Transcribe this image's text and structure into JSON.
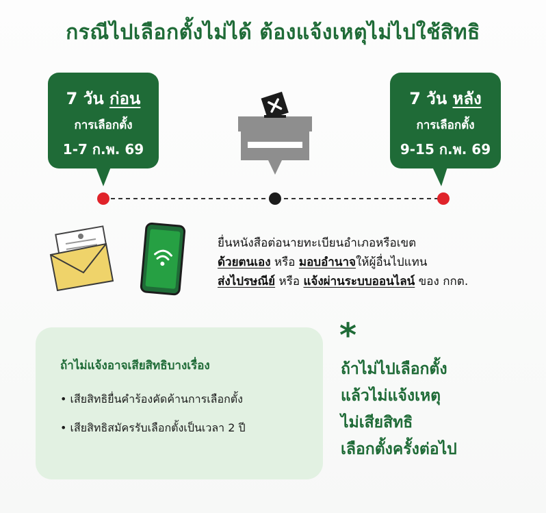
{
  "title": "กรณีไปเลือกตั้งไม่ได้ ต้องแจ้งเหตุไม่ไปใช้สิทธิ",
  "before": {
    "days": "7 วัน",
    "word": "ก่อน",
    "label": "การเลือกตั้ง",
    "dates": "1-7 ก.พ. 69"
  },
  "after": {
    "days": "7 วัน",
    "word": "หลัง",
    "label": "การเลือกตั้ง",
    "dates": "9-15 ก.พ. 69"
  },
  "description": {
    "line1": "ยื่นหนังสือต่อนายทะเบียนอำเภอหรือเขต",
    "opt_self": "ด้วยตนเอง",
    "or1": " หรือ ",
    "opt_proxy": "มอบอำนาจ",
    "proxy_rest": "ให้ผู้อื่นไปแทน",
    "opt_post": "ส่งไปรษณีย์",
    "or2": " หรือ ",
    "opt_online": "แจ้งผ่านระบบออนไลน์",
    "online_rest": " ของ กกต."
  },
  "consequences": {
    "title": "ถ้าไม่แจ้งอาจเสียสิทธิบางเรื่อง",
    "items": [
      "• เสียสิทธิยื่นคำร้องคัดค้านการเลือกตั้ง",
      "• เสียสิทธิสมัครรับเลือกตั้งเป็นเวลา 2 ปี"
    ]
  },
  "note": {
    "star": "*",
    "lines": [
      "ถ้าไม่ไปเลือกตั้ง",
      "แล้วไม่แจ้งเหตุ",
      "ไม่เสียสิทธิ",
      "เลือกตั้งครั้งต่อไป"
    ]
  },
  "colors": {
    "brand_green": "#1f6b37",
    "panel_green": "#e2f1e2",
    "dot_red": "#e0232a",
    "envelope_yellow": "#efd36a"
  },
  "icons": [
    "ballot-box-icon",
    "envelope-icon",
    "document-icon",
    "smartphone-wifi-icon"
  ]
}
